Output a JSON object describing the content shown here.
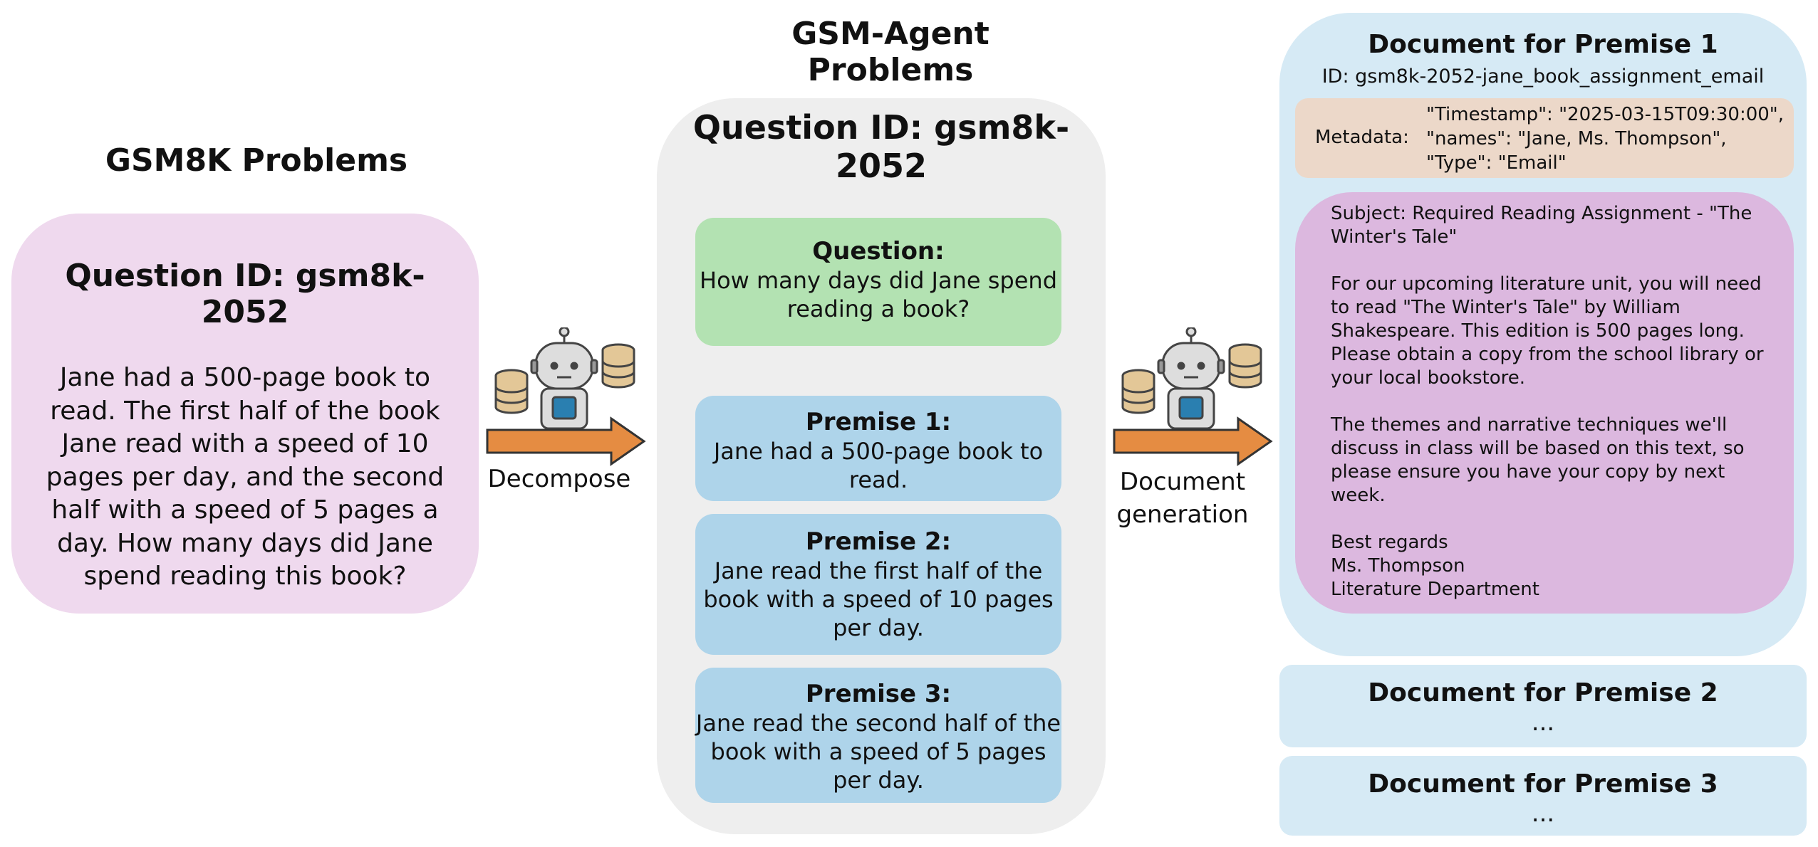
{
  "gsm8k": {
    "title": "GSM8K Problems",
    "question_id": "Question ID: gsm8k-2052",
    "question_text": "Jane had a 500-page book to read. The first half of the book Jane read with a speed of 10 pages per day, and the second half with a speed of 5 pages a day. How many days did Jane spend reading this book?"
  },
  "decompose": {
    "label": "Decompose"
  },
  "agent": {
    "title": "GSM-Agent Problems",
    "question_id": "Question ID: gsm8k-2052",
    "question": {
      "title": "Question:",
      "text": "How many days did Jane spend reading a book?"
    },
    "premises": [
      {
        "title": "Premise 1:",
        "text": "Jane had a 500-page book to read."
      },
      {
        "title": "Premise 2:",
        "text": "Jane read the first half of the book with a speed of 10 pages per day."
      },
      {
        "title": "Premise 3:",
        "text": "Jane read the second half of the book with a speed of 5 pages per day."
      }
    ]
  },
  "generation": {
    "label_line1": "Document",
    "label_line2": "generation"
  },
  "documents": {
    "doc1": {
      "title": "Document for Premise 1",
      "id": "ID: gsm8k-2052-jane_book_assignment_email",
      "metadata_label": "Metadata:",
      "metadata_lines": [
        "\"Timestamp\": \"2025-03-15T09:30:00\",",
        "\"names\": \"Jane, Ms. Thompson\",",
        "\"Type\": \"Email\""
      ],
      "email": "Subject: Required Reading Assignment - \"The Winter's Tale\"\n\nFor our upcoming literature unit, you will need to read \"The Winter's Tale\" by William Shakespeare. This edition is 500 pages long. Please obtain a copy from the school library or your local bookstore.\n\nThe themes and narrative techniques we'll discuss in class will be based on this text, so please ensure you have your copy by next week.\n\nBest regards\nMs. Thompson\nLiterature Department"
    },
    "doc2": {
      "title": "Document for Premise 2",
      "ellipsis": "..."
    },
    "doc3": {
      "title": "Document for Premise 3",
      "ellipsis": "..."
    }
  },
  "colors": {
    "gsm8k_card": "#efd9ee",
    "question_box": "#b3e2b2",
    "premise_box": "#aed4ea",
    "doc_panel": "#d6eaf5",
    "metadata_box": "#ecd8c9",
    "email_box": "#dcb8df",
    "arrow": "#e58c42"
  }
}
